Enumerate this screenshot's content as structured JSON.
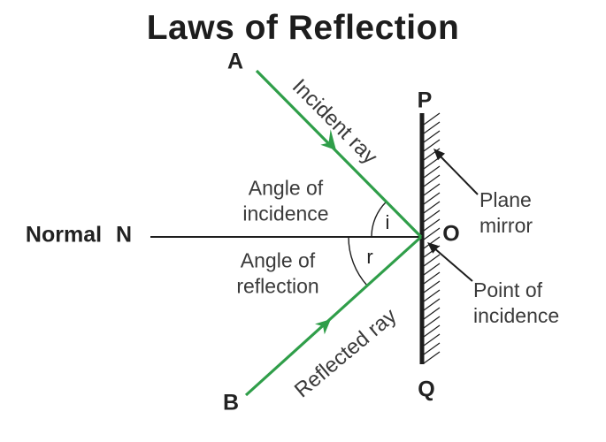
{
  "title": "Laws of Reflection",
  "rays": {
    "incident_label": "Incident ray",
    "reflected_label": "Reflected ray"
  },
  "normal": {
    "label": "Normal",
    "point": "N"
  },
  "angles": {
    "incidence": [
      "Angle of",
      "incidence"
    ],
    "reflection": [
      "Angle of",
      "reflection"
    ],
    "i_symbol": "i",
    "r_symbol": "r"
  },
  "mirror": {
    "label": [
      "Plane",
      "mirror"
    ],
    "top_point": "P",
    "bottom_point": "Q"
  },
  "incidence_point": {
    "label": [
      "Point of",
      "incidence"
    ],
    "point": "O"
  },
  "endpoints": {
    "incident_start": "A",
    "reflected_end": "B"
  },
  "colors": {
    "ray_green": "#2f9e49",
    "ink": "#1d1d1d",
    "label_gray": "#3a3a3a"
  }
}
